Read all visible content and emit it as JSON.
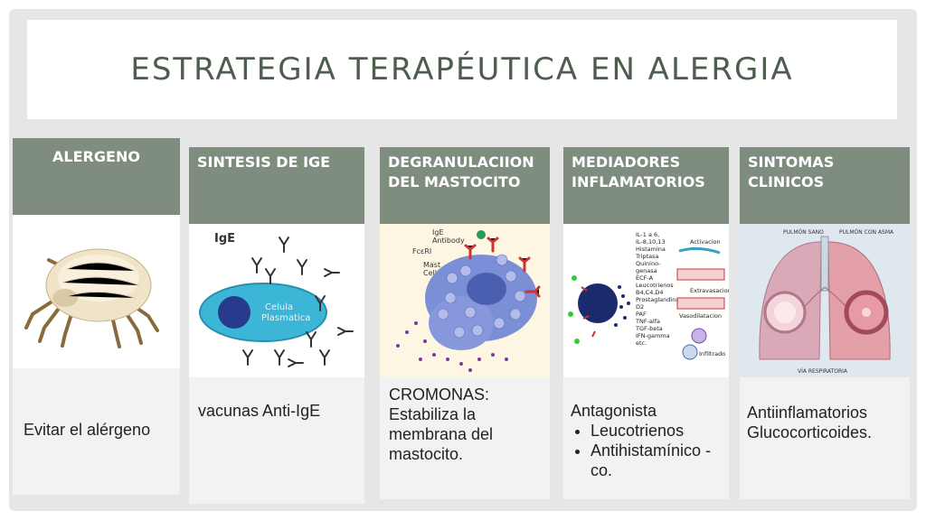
{
  "title": "ESTRATEGIA TERAPÉUTICA EN ALERGIA",
  "columns": [
    {
      "header": "ALERGENO",
      "body": "Evitar el alérgeno"
    },
    {
      "header": "SINTESIS DE IGE",
      "body": "vacunas Anti-IgE",
      "image_labels": {
        "ige": "IgE",
        "cell_line1": "Celula",
        "cell_line2": "Plasmatica"
      }
    },
    {
      "header": "DEGRANULACIION DEL MASTOCITO",
      "body_lines": [
        "CROMONAS:",
        "Estabiliza la",
        "membrana del",
        "mastocito."
      ],
      "image_labels": {
        "ige_line1": "IgE",
        "ige_line2": "Antibody",
        "fcer": "FcεRI",
        "mast_line1": "Mast",
        "mast_line2": "Cell"
      }
    },
    {
      "header": "MEDIADORES INFLAMATORIOS",
      "body_title": "Antagonista",
      "bullets": [
        "Leucotrienos",
        "Antihistamínico - co."
      ],
      "image_labels": {
        "mediators": [
          "IL-1 a 6,",
          "IL-8,10,13",
          "Histamina",
          "Triptasa",
          "Quinino-",
          "genasa",
          "ECF-A",
          "Leucotrienos",
          "B4,C4,D4",
          "Prostaglandina",
          "D2",
          "PAF",
          "TNF-alfa",
          "TGF-beta",
          "IFN-gamma",
          "etc."
        ],
        "activacion": "Activacion",
        "extravasacion": "Extravasacion",
        "vasodilatacion": "Vasodilatacion",
        "infiltrado": "Infiltrado"
      }
    },
    {
      "header": "SINTOMAS CLINICOS",
      "body_lines": [
        "Antiinflamatorios",
        "Glucocorticoides."
      ],
      "image_labels": {
        "pulmon_sano": "PULMÓN SANO",
        "pulmon_asma": "PULMÓN CON ASMA",
        "via": "VÍA RESPIRATORIA"
      }
    }
  ],
  "colors": {
    "header_bg": "#7f8d7f",
    "title_text": "#4f5d4f",
    "slide_bg": "#e6e6e6",
    "cell_blue": "#3bb6d6"
  }
}
